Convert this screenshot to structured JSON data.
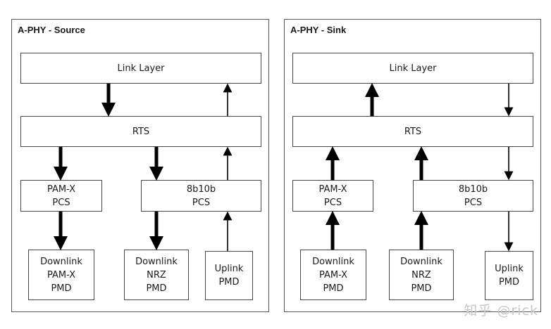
{
  "source": {
    "title": "A-PHY - Source",
    "link_layer": "Link Layer",
    "rts": "RTS",
    "pcs_left": [
      "PAM-X",
      "PCS"
    ],
    "pcs_right": [
      "8b10b",
      "PCS"
    ],
    "pmd_1": [
      "Downlink",
      "PAM-X",
      "PMD"
    ],
    "pmd_2": [
      "Downlink",
      "NRZ",
      "PMD"
    ],
    "pmd_3": [
      "Uplink",
      "PMD"
    ]
  },
  "sink": {
    "title": "A-PHY - Sink",
    "link_layer": "Link Layer",
    "rts": "RTS",
    "pcs_left": [
      "PAM-X",
      "PCS"
    ],
    "pcs_right": [
      "8b10b",
      "PCS"
    ],
    "pmd_1": [
      "Downlink",
      "PAM-X",
      "PMD"
    ],
    "pmd_2": [
      "Downlink",
      "NRZ",
      "PMD"
    ],
    "pmd_3": [
      "Uplink",
      "PMD"
    ]
  },
  "watermark": "知乎 @rick"
}
